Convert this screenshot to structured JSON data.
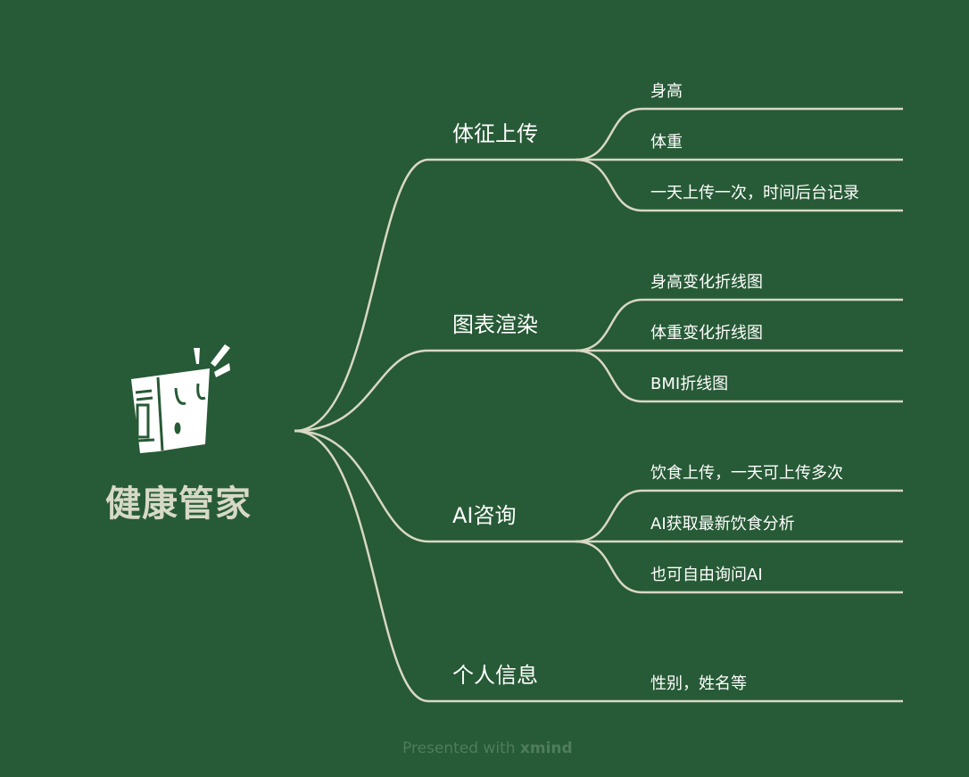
{
  "root": {
    "title": "健康管家",
    "icon": "book-icon"
  },
  "branches": [
    {
      "label": "体征上传",
      "leaves": [
        "身高",
        "体重",
        "一天上传一次，时间后台记录"
      ]
    },
    {
      "label": "图表渲染",
      "leaves": [
        "身高变化折线图",
        "体重变化折线图",
        "BMI折线图"
      ]
    },
    {
      "label": "AI咨询",
      "leaves": [
        "饮食上传，一天可上传多次",
        "AI获取最新饮食分析",
        "也可自由询问AI"
      ]
    },
    {
      "label": "个人信息",
      "leaves": [
        "性别，姓名等"
      ]
    }
  ],
  "footer": {
    "prefix": "Presented with ",
    "brand": "xmind"
  },
  "colors": {
    "background": "#275a36",
    "line": "#d8d8c4",
    "root_text": "#d6d9c6"
  }
}
